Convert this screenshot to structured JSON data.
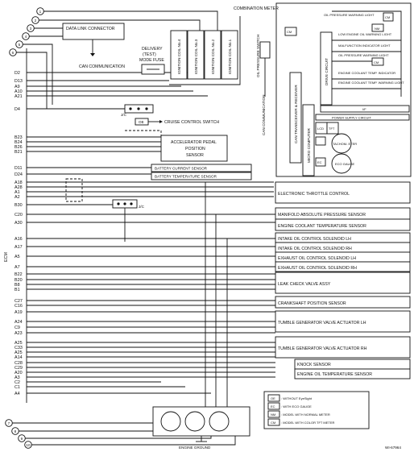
{
  "diagram_code": "WI-67964",
  "connector_numbers": [
    "1",
    "2",
    "3",
    "4",
    "5",
    "6",
    "7",
    "8",
    "9",
    "10"
  ],
  "ecm_label": "ECM",
  "ecm_pins": [
    "D2",
    "D13",
    "A9",
    "A10",
    "A21",
    "D4",
    "B23",
    "B24",
    "B26",
    "B21",
    "D11",
    "D24",
    "A18",
    "A28",
    "A1",
    "A2",
    "B30",
    "C20",
    "A30",
    "A16",
    "A17",
    "A5",
    "A7",
    "B22",
    "B20",
    "B8",
    "B1",
    "C27",
    "C16",
    "A19",
    "A24",
    "C9",
    "A23",
    "A25",
    "C33",
    "A25",
    "A14",
    "C28",
    "C29",
    "A20",
    "A3",
    "C2",
    "C1",
    "A4"
  ],
  "combination_meter": {
    "title": "COMBINATION METER",
    "oil_pressure_switch": "OIL PRESSURE SWITCH",
    "can_communication": "CAN COMMUNICATION",
    "can_transceiver": "CAN TRANSCEIVER & RECEIVER",
    "micro_computer": "MICRO COMPUTER",
    "drive_circuit": "DRIVE CIRCUIT",
    "if_label": "I/F",
    "power_supply": "POWER SUPPLY CIRCUIT",
    "lamps": [
      "OIL PRESSURE WARNING LIGHT",
      "LOW ENGINE OIL WARNING LIGHT",
      "MALFUNCTION INDICATOR LIGHT",
      "OIL PRESSURE WARNING LIGHT",
      "ENGINE COOLANT TEMP. INDICATOR",
      "ENGINE COOLANT TEMP. WARNING LIGHT"
    ],
    "lcd": "LCD",
    "tft": "TFT",
    "tachometer": "TACHOM- ETER",
    "eco_gauge": "ECO GAUGE",
    "tag_cm": "CM",
    "tag_nm": "NM",
    "tag_ec": "EC"
  },
  "data_link_connector": "DATA LINK CONNECTOR",
  "can_communication": "CAN COMMUNICATION",
  "delivery_mode_fuse": [
    "DELIVERY",
    "(TEST)",
    "MODE FUSE"
  ],
  "ignition_coils": [
    "IGNITION COIL No.4",
    "IGNITION COIL No.3",
    "IGNITION COIL No.2",
    "IGNITION COIL No.1"
  ],
  "jc_label": "J/C",
  "oe_tag": "OE",
  "cruise_control_switch": "CRUISE CONTROL SWITCH",
  "accelerator_sensor": [
    "ACCELERATOR PEDAL",
    "POSITION",
    "SENSOR"
  ],
  "battery_current_sensor": "BATTERY CURRENT SENSOR",
  "battery_temperature_sensor": "BATTERY TEMPERATURE SENSOR",
  "right_components": [
    "ELECTRONIC THROTTLE CONTROL",
    "MANIFOLD ABSOLUTE PRESSURE SENSOR",
    "ENGINE COOLANT TEMPERATURE SENSOR",
    "INTAKE OIL CONTROL SOLENOID LH",
    "INTAKE OIL CONTROL SOLENOID RH",
    "EXHAUST OIL CONTROL SOLENOID LH",
    "EXHAUST OIL CONTROL SOLENOID RH",
    "LEAK CHECK VALVE ASSY",
    "CRANKSHAFT POSITION SENSOR",
    "TUMBLE GENERATOR VALVE ACTUATOR LH",
    "TUMBLE GENERATOR VALVE ACTUATOR RH",
    "KNOCK SENSOR",
    "ENGINE OIL TEMPERATURE SENSOR"
  ],
  "legend": [
    {
      "tag": "OE",
      "text": ": WITHOUT EyeSight"
    },
    {
      "tag": "EC",
      "text": ": WITH ECO GAUGE"
    },
    {
      "tag": "NM",
      "text": ": MODEL WITH NORMAL METER"
    },
    {
      "tag": "CM",
      "text": ": MODEL WITH COLOR TFT METER"
    }
  ],
  "engine_ground": "ENGINE GROUND"
}
